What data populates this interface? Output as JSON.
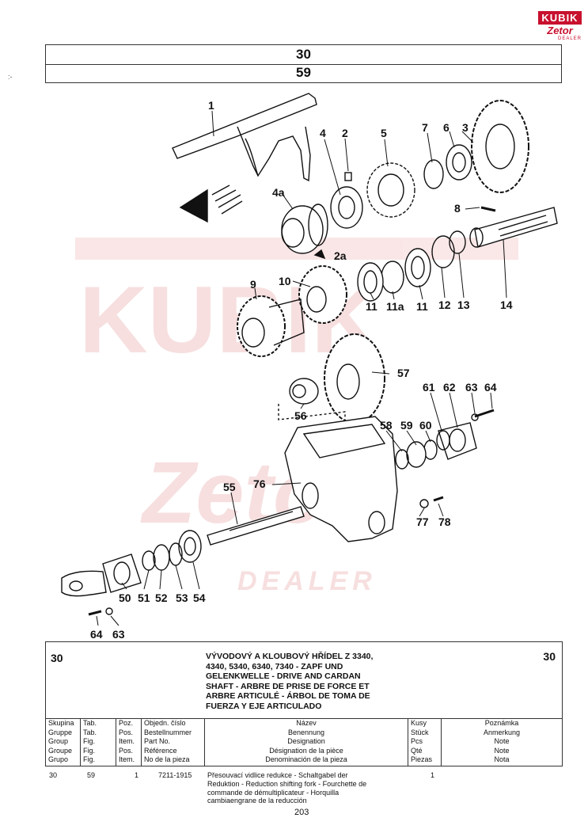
{
  "logo": {
    "brand": "KUBIK",
    "sub": "Zetor",
    "dealer": "DEALER"
  },
  "header": {
    "group": "30",
    "table": "59"
  },
  "watermark": {
    "line1": "KUBIK",
    "line2": "Zetor",
    "line3": "DEALER"
  },
  "callouts": [
    "1",
    "2",
    "3",
    "4",
    "4a",
    "5",
    "6",
    "7",
    "8",
    "2a",
    "9",
    "10",
    "11",
    "11a",
    "11",
    "12",
    "13",
    "14",
    "57",
    "56",
    "61",
    "62",
    "63",
    "64",
    "58",
    "59",
    "60",
    "76",
    "55",
    "77",
    "78",
    "50",
    "51",
    "52",
    "53",
    "54",
    "64",
    "63"
  ],
  "info": {
    "group_left": "30",
    "group_right": "30",
    "title_lines": [
      "VÝVODOVÝ A KLOUBOVÝ HŘÍDEL Z 3340,",
      "4340, 5340, 6340, 7340 - ZAPF UND",
      "GELENKWELLE - DRIVE AND CARDAN",
      "SHAFT - ARBRE DE PRISE DE FORCE ET",
      "ARBRE ARTICULÉ - ÁRBOL DE TOMA DE",
      "FUERZA Y EJE ARTICULADO"
    ],
    "columns": [
      {
        "lines": [
          "Skupina",
          "Gruppe",
          "Group",
          "Groupe",
          "Grupo"
        ]
      },
      {
        "lines": [
          "Tab.",
          "Tab.",
          "Fig.",
          "Fig.",
          "Fig."
        ]
      },
      {
        "lines": [
          "Poz.",
          "Pos.",
          "Item.",
          "Pos.",
          "Item."
        ]
      },
      {
        "lines": [
          "Objedn. číslo",
          "Bestellnummer",
          "Part No.",
          "Référence",
          "No de la pieza"
        ]
      },
      {
        "lines": [
          "Název",
          "Benennung",
          "Designation",
          "Désignation de la pièce",
          "Denominación de la pieza"
        ]
      },
      {
        "lines": [
          "Kusy",
          "Stück",
          "Pcs",
          "Qté",
          "Piezas"
        ]
      },
      {
        "lines": [
          "Poznámka",
          "Anmerkung",
          "Note",
          "Note",
          "Nota"
        ]
      }
    ]
  },
  "rows": [
    {
      "group": "30",
      "table": "59",
      "item": "1",
      "part_no": "7211-1915",
      "description": [
        "Přesouvací vidlice redukce - Schaltgabel der",
        "Reduktion - Reduction shifting fork - Fourchette de",
        "commande de démultiplicateur - Horquilla",
        "cambiaengrane de la reducción"
      ],
      "qty": "1"
    }
  ],
  "page_number": "203",
  "margin_marks": ":-"
}
